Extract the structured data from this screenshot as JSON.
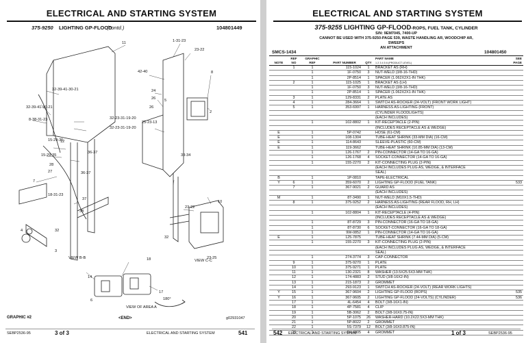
{
  "left_page": {
    "title": "ELECTRICAL AND STARTING SYSTEM",
    "group_code": "375-9250",
    "group_name": "LIGHTING GP-FLOOD",
    "group_suffix": "(contd.)",
    "doc_number": "104801449",
    "diagram": {
      "callouts": [
        "11",
        "1-31-23",
        "23-22",
        "8",
        "42-40",
        "24",
        "26",
        "26",
        "5",
        "32-39-41-30-21",
        "32-39-41-30-21",
        "8-38-31-23",
        "32-23-31-19-20",
        "32-23-31-19-20",
        "2",
        "25-23-13",
        "33-34",
        "15-29-35",
        "15-29-35",
        "36-37",
        "12",
        "28",
        "27",
        "36-37",
        "7",
        "37",
        "18-31-23",
        "38",
        "4",
        "32",
        "3",
        "23-22",
        "10",
        "32",
        "23-25",
        "6",
        "18",
        "14",
        "17"
      ],
      "views": [
        "VIEW B-B",
        "VIEW C-C",
        "VIEW OF AREA A"
      ],
      "rotation_label": "180°"
    },
    "graphic_label": "GRAPHIC #2",
    "end_label": "<END>",
    "graphic_id": "g02931047",
    "footer": {
      "doc": "SEBP2536-95",
      "page_of": "3 of 3",
      "section": "ELECTRICAL AND STARTING SYSTEM",
      "page_number": "541"
    }
  },
  "right_page": {
    "title": "ELECTRICAL AND STARTING SYSTEM",
    "group_code": "375-9255",
    "group_name": "LIGHTING GP-FLOOD",
    "group_desc": "-ROPS, FUEL TANK, CYLINDER",
    "sn_line": "S/N: 9EM7045, 7400-UP",
    "note_line_1": "CANNOT BE USED WITH 375-9250-PAGE 539, WASTE HANDLING AR, WOODCHIP AR,",
    "note_line_2": "SWEEPS",
    "note_line_3": "AN ATTACHMENT",
    "smcs": "SMCS-1434",
    "doc_number": "104801450",
    "headers": {
      "note": "NOTE",
      "ref_a": "REF",
      "ref_b": "NO",
      "gref_a": "GRAPHIC",
      "gref_b": "REF",
      "part_number": "PART NUMBER",
      "qty": "QTY",
      "name_a": "PART NAME",
      "name_b": "1 2 3 4 5 6 (PRODUCT LEVEL)",
      "see_a": "SEE",
      "see_b": "PAGE"
    },
    "rows": [
      {
        "note": "",
        "ref": "1",
        "gref": "1",
        "pn": "115-1024",
        "qty": "1",
        "name": "BRACKET AS (RH)",
        "page": ""
      },
      {
        "note": "",
        "ref": "",
        "gref": "1",
        "pn": "1F-0750",
        "qty": "3",
        "name": "NUT-WELD (3/8-16-THD)",
        "page": ""
      },
      {
        "note": "",
        "ref": "",
        "gref": "1",
        "pn": "2P-8514",
        "qty": "1",
        "name": "SPACER (1.062X2X1-IN THK)",
        "page": ""
      },
      {
        "note": "",
        "ref": "2",
        "gref": "1",
        "pn": "115-1025",
        "qty": "1",
        "name": "BRACKET AS (LH)",
        "page": ""
      },
      {
        "note": "",
        "ref": "",
        "gref": "1",
        "pn": "1F-0750",
        "qty": "3",
        "name": "NUT-WELD (3/8-16-THD)",
        "page": ""
      },
      {
        "note": "",
        "ref": "",
        "gref": "1",
        "pn": "2P-8514",
        "qty": "1",
        "name": "SPACER (1.062X2X1-IN THK)",
        "page": ""
      },
      {
        "note": "",
        "ref": "3",
        "gref": "1",
        "pn": "129-8331",
        "qty": "2",
        "name": "PLATE AS",
        "page": ""
      },
      {
        "note": "",
        "ref": "4",
        "gref": "1",
        "pn": "284-3664",
        "qty": "1",
        "name": "SWITCH AS-ROCKER (24-VOLT) (FRONT WORK LIGHT)",
        "page": ""
      },
      {
        "note": "",
        "ref": "5",
        "gref": "1",
        "pn": "353-6997",
        "qty": "1",
        "name": "HARNESS AS-LIGHTING (FRONT)",
        "page": ""
      },
      {
        "note": "",
        "ref": "",
        "gref": "",
        "pn": "",
        "qty": "",
        "name": "(CYLINDER FLOODLIGHTS)",
        "page": ""
      },
      {
        "note": "",
        "ref": "",
        "gref": "",
        "pn": "",
        "qty": "",
        "name": "(EACH INCLUDES)",
        "page": ""
      },
      {
        "note": "",
        "ref": "",
        "gref": "1",
        "pn": "102-8802",
        "qty": "1",
        "name": "KIT-RECEPTACLE (2-PIN)",
        "page": ""
      },
      {
        "note": "",
        "ref": "",
        "gref": "",
        "pn": "",
        "qty": "",
        "name": "(INCLUDES RECEPTACLE AS & WEDGE)",
        "page": ""
      },
      {
        "note": "E",
        "ref": "",
        "gref": "1",
        "pn": "5P-0742",
        "qty": "",
        "name": "HOSE (61-CM)",
        "page": ""
      },
      {
        "note": "E",
        "ref": "",
        "gref": "1",
        "pn": "108-1304",
        "qty": "",
        "name": "TUBE-HEAT SHRINK (33-MM DIA) (16-CM)",
        "page": ""
      },
      {
        "note": "E",
        "ref": "",
        "gref": "1",
        "pn": "114-8643",
        "qty": "",
        "name": "SLEEVE-PLASTIC (60-CM)",
        "page": ""
      },
      {
        "note": "E",
        "ref": "",
        "gref": "1",
        "pn": "119-3662",
        "qty": "",
        "name": "TUBE-HEAT SHRINK (10.85-MM DIA) (13-CM)",
        "page": ""
      },
      {
        "note": "",
        "ref": "",
        "gref": "1",
        "pn": "126-1767",
        "qty": "2",
        "name": "PIN-CONNECTOR (14-GA TO 16-GA)",
        "page": ""
      },
      {
        "note": "",
        "ref": "",
        "gref": "1",
        "pn": "126-1768",
        "qty": "4",
        "name": "SOCKET-CONNECTOR (14-GA TO 16-GA)",
        "page": ""
      },
      {
        "note": "",
        "ref": "",
        "gref": "1",
        "pn": "155-2270",
        "qty": "2",
        "name": "KIT-CONNECTING PLUG (2-PIN)",
        "page": ""
      },
      {
        "note": "",
        "ref": "",
        "gref": "",
        "pn": "",
        "qty": "",
        "name": "(EACH INCLUDES PLUG AS, WEDGE, & INTERFACE",
        "page": ""
      },
      {
        "note": "",
        "ref": "",
        "gref": "",
        "pn": "",
        "qty": "",
        "name": "SEAL)",
        "page": ""
      },
      {
        "note": "B",
        "ref": "",
        "gref": "1",
        "pn": "1P-0810",
        "qty": "",
        "name": "TAPE-ELECTRICAL",
        "page": ""
      },
      {
        "note": "Y",
        "ref": "6",
        "gref": "1",
        "pn": "359-6070",
        "qty": "2",
        "name": "LIGHTING GP-FLOOD (FUEL TANK)",
        "page": "533"
      },
      {
        "note": "",
        "ref": "7",
        "gref": "1",
        "pn": "367-9021",
        "qty": "2",
        "name": "GUARD AS",
        "page": ""
      },
      {
        "note": "",
        "ref": "",
        "gref": "",
        "pn": "",
        "qty": "",
        "name": "(EACH INCLUDES)",
        "page": ""
      },
      {
        "note": "M",
        "ref": "",
        "gref": "1",
        "pn": "8T-3490",
        "qty": "1",
        "name": "NUT-WELD (M10X1.5-THD)",
        "page": ""
      },
      {
        "note": "",
        "ref": "8",
        "gref": "1",
        "pn": "375-9252",
        "qty": "2",
        "name": "HARNESS AS-LIGHTING (REAR FLOOD, RH, LH)",
        "page": ""
      },
      {
        "note": "",
        "ref": "",
        "gref": "",
        "pn": "",
        "qty": "",
        "name": "(EACH INCLUDES)",
        "page": ""
      },
      {
        "note": "",
        "ref": "",
        "gref": "1",
        "pn": "102-8804",
        "qty": "1",
        "name": "KIT-RECEPTACLE (4-PIN)",
        "page": ""
      },
      {
        "note": "",
        "ref": "",
        "gref": "",
        "pn": "",
        "qty": "",
        "name": "(INCLUDES RECEPTACLE AS & WEDGE)",
        "page": ""
      },
      {
        "note": "",
        "ref": "",
        "gref": "1",
        "pn": "8T-8729",
        "qty": "3",
        "name": "PIN-CONNECTOR (16-GA TO 18-GA)",
        "page": ""
      },
      {
        "note": "",
        "ref": "",
        "gref": "1",
        "pn": "8T-8730",
        "qty": "6",
        "name": "SOCKET-CONNECTOR (16-GA TO 18-GA)",
        "page": ""
      },
      {
        "note": "",
        "ref": "",
        "gref": "1",
        "pn": "9W-0852",
        "qty": "1",
        "name": "PIN-CONNECTOR (14-GA TO 16-GA)",
        "page": ""
      },
      {
        "note": "E",
        "ref": "",
        "gref": "1",
        "pn": "125-7875",
        "qty": "",
        "name": "TUBE-HEAT SHRINK (7.44-MM DIA) (5-CM)",
        "page": ""
      },
      {
        "note": "",
        "ref": "",
        "gref": "1",
        "pn": "155-2270",
        "qty": "3",
        "name": "KIT-CONNECTING PLUG (2-PIN)",
        "page": ""
      },
      {
        "note": "",
        "ref": "",
        "gref": "",
        "pn": "",
        "qty": "",
        "name": "(EACH INCLUDES PLUG AS, WEDGE, & INTERFACE",
        "page": ""
      },
      {
        "note": "",
        "ref": "",
        "gref": "",
        "pn": "",
        "qty": "",
        "name": "SEAL)",
        "page": ""
      },
      {
        "note": "",
        "ref": "",
        "gref": "1",
        "pn": "274-3774",
        "qty": "3",
        "name": "CAP-CONNECTOR",
        "page": ""
      },
      {
        "note": "",
        "ref": "9",
        "gref": "1",
        "pn": "375-9270",
        "qty": "1",
        "name": "PLATE",
        "page": ""
      },
      {
        "note": "",
        "ref": "10",
        "gref": "1",
        "pn": "375-9271",
        "qty": "1",
        "name": "PLATE",
        "page": ""
      },
      {
        "note": "",
        "ref": "11",
        "gref": "1",
        "pn": "130-2321",
        "qty": "8",
        "name": "WASHER (13.5X25.5X3-MM THK)",
        "page": ""
      },
      {
        "note": "",
        "ref": "12",
        "gref": "1",
        "pn": "174-4883",
        "qty": "2",
        "name": "STUD (3/8-16X2-IN)",
        "page": ""
      },
      {
        "note": "",
        "ref": "13",
        "gref": "1",
        "pn": "215-1873",
        "qty": "2",
        "name": "GROMMET",
        "page": ""
      },
      {
        "note": "",
        "ref": "14",
        "gref": "1",
        "pn": "293-9123",
        "qty": "1",
        "name": "SWITCH AS-ROCKER (24-VOLT) (REAR WORK LIGHTS)",
        "page": ""
      },
      {
        "note": "Y",
        "ref": "15",
        "gref": "1",
        "pn": "367-9604",
        "qty": "2",
        "name": "LIGHTING GP-FLOOD (ROPS)",
        "page": "535"
      },
      {
        "note": "Y",
        "ref": "16",
        "gref": "1",
        "pn": "367-9605",
        "qty": "2",
        "name": "LIGHTING GP-FLOOD (24-VOLTS) (CYLINDER)",
        "page": "536"
      },
      {
        "note": "",
        "ref": "17",
        "gref": "1",
        "pn": "4L-6454",
        "qty": "4",
        "name": "BOLT (3/8-16X1-IN)",
        "page": ""
      },
      {
        "note": "",
        "ref": "18",
        "gref": "1",
        "pn": "4P-7581",
        "qty": "4",
        "name": "CLIP",
        "page": ""
      },
      {
        "note": "",
        "ref": "19",
        "gref": "1",
        "pn": "5B-3062",
        "qty": "2",
        "name": "BOLT (3/8-16X0.75-IN)",
        "page": ""
      },
      {
        "note": "",
        "ref": "20",
        "gref": "1",
        "pn": "5P-1075",
        "qty": "26",
        "name": "WASHER-HARD (10.2X22.5X3-MM THK)",
        "page": ""
      },
      {
        "note": "",
        "ref": "21",
        "gref": "1",
        "pn": "5P-8022",
        "qty": "2",
        "name": "GROMMET",
        "page": ""
      },
      {
        "note": "",
        "ref": "22",
        "gref": "1",
        "pn": "5S-7379",
        "qty": "12",
        "name": "BOLT (3/8-16X0.875-IN)",
        "page": ""
      },
      {
        "note": "",
        "ref": "23",
        "gref": "1",
        "pn": "6H-4005",
        "qty": "4",
        "name": "GROMMET",
        "page": ""
      }
    ],
    "footer": {
      "page_number": "542",
      "section": "ELECTRICAL AND STARTING SYSTEM",
      "page_of": "1 of 3",
      "doc": "SEBP2536-95"
    }
  }
}
